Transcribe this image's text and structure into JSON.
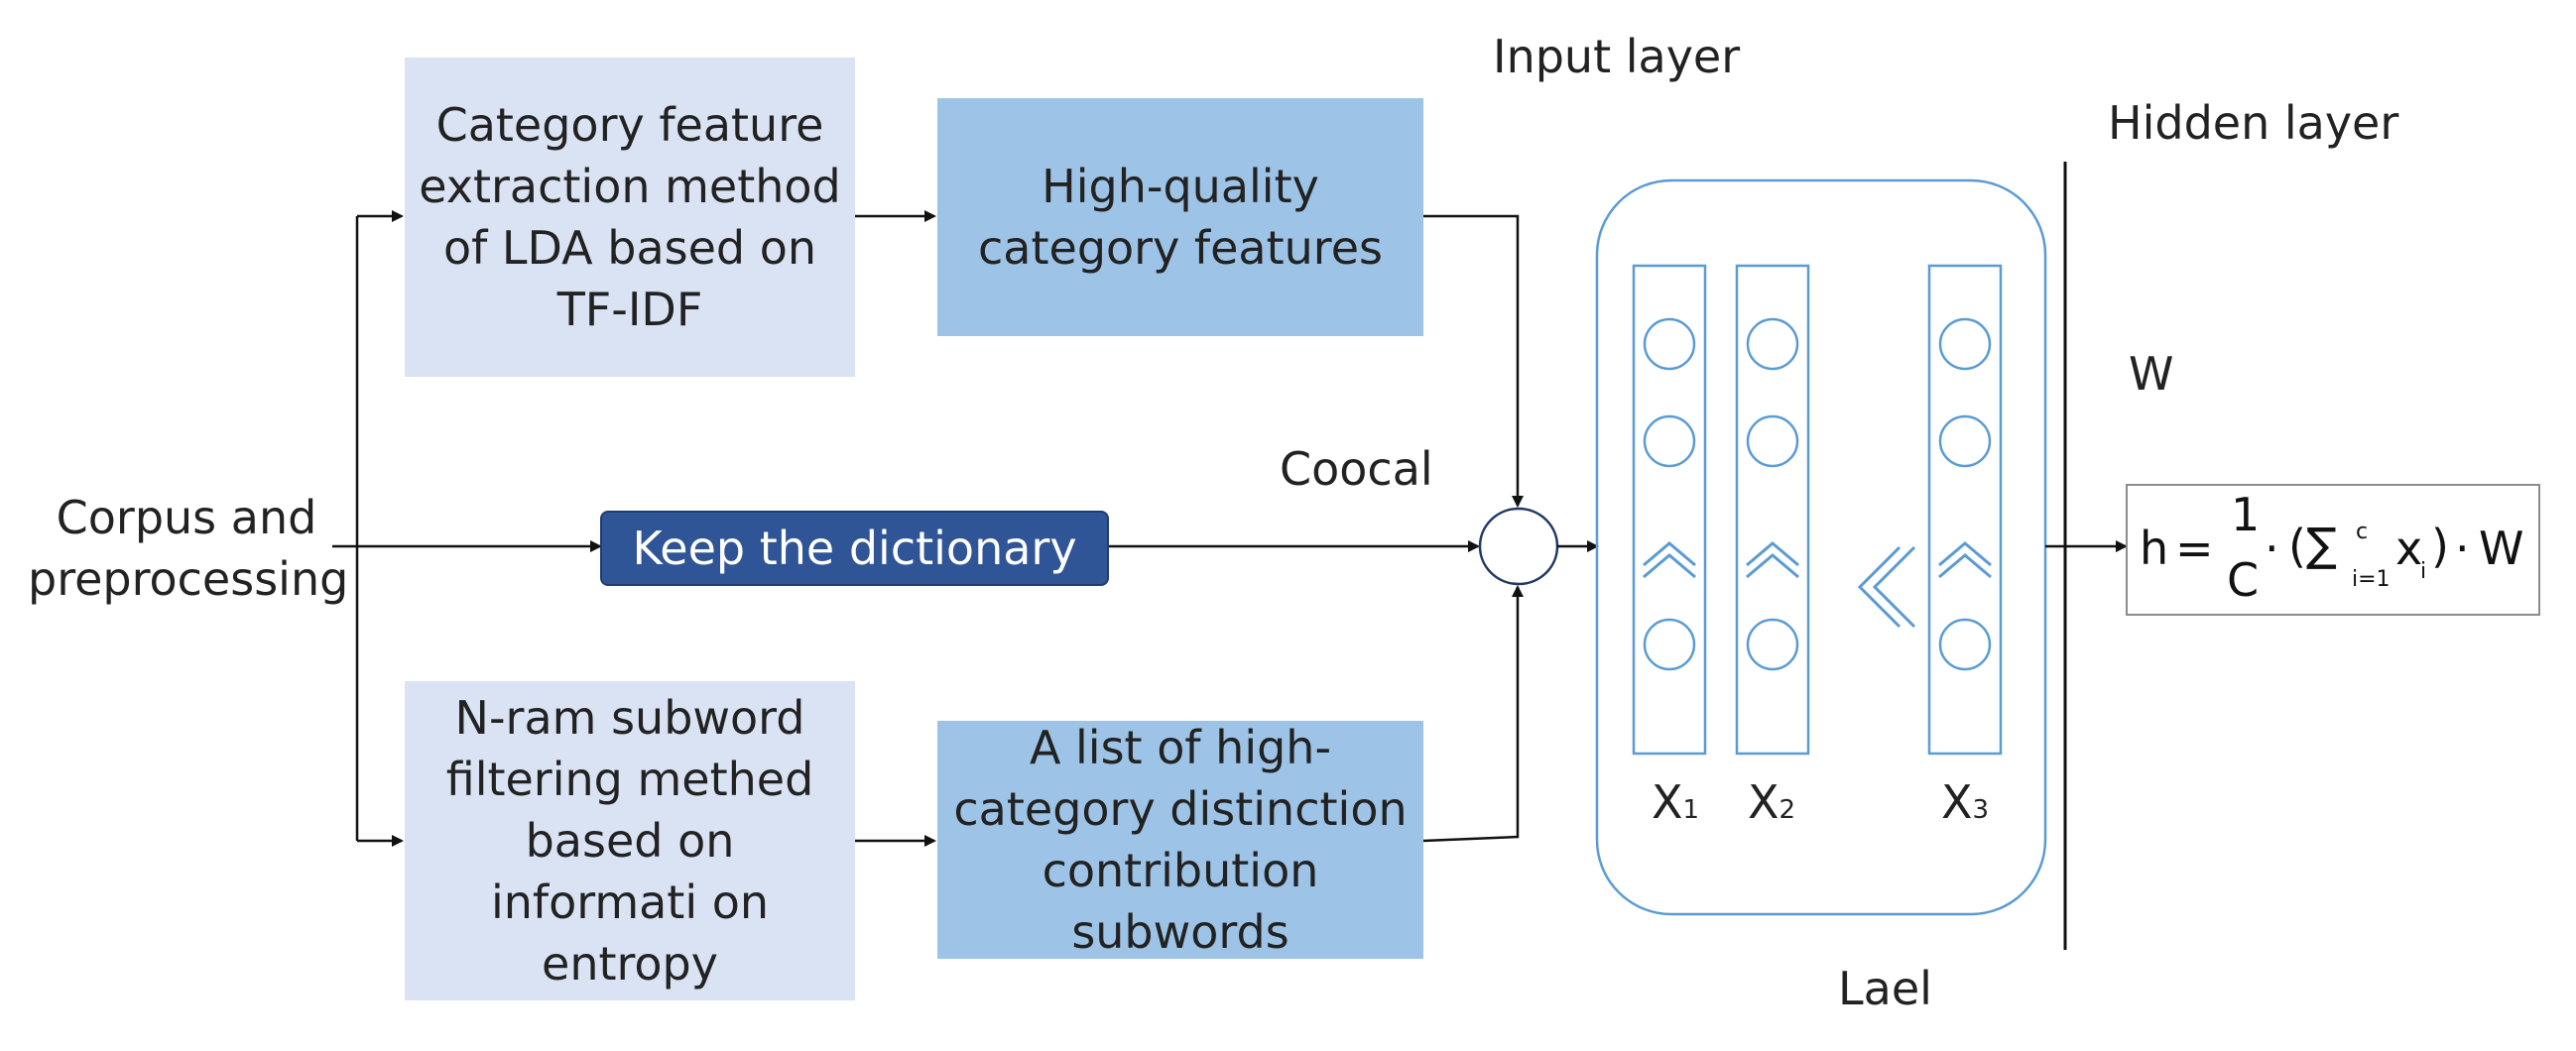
{
  "labels": {
    "input_layer": "Input layer",
    "hidden_layer": "Hidden layer",
    "w": "W",
    "coocal": "Coocal",
    "lael": "Lael",
    "corpus_line1": "Corpus and",
    "corpus_line2": "preprocessing"
  },
  "boxes": {
    "lda": [
      "Category feature",
      "extraction method",
      "of LDA based on",
      "TF-IDF"
    ],
    "hq_features": [
      "High-quality",
      "category features"
    ],
    "dictionary": "Keep the dictionary",
    "ngram": [
      "N-ram subword",
      "filtering methed",
      "based on",
      "informati on",
      "entropy"
    ],
    "subword_list": [
      "A list of high-",
      "category distinction",
      "contribution",
      "subwords"
    ]
  },
  "vectors": {
    "x1": {
      "main": "X",
      "sub": "1"
    },
    "x2": {
      "main": "X",
      "sub": "2"
    },
    "x3": {
      "main": "X",
      "sub": "3"
    }
  },
  "formula": {
    "lhs": "h",
    "eq": "=",
    "num": "1",
    "den": "C",
    "dot": "·",
    "open": "(",
    "sigma": "∑",
    "sup": "c",
    "sub": "i=1",
    "var": "x",
    "var_sub": "i",
    "close": ")",
    "rhs": "W"
  },
  "colors": {
    "light_box": "#dae3f3",
    "mid_box": "#9dc3e6",
    "dark_box": "#2f5597",
    "node_stroke": "#5b9bd5"
  }
}
